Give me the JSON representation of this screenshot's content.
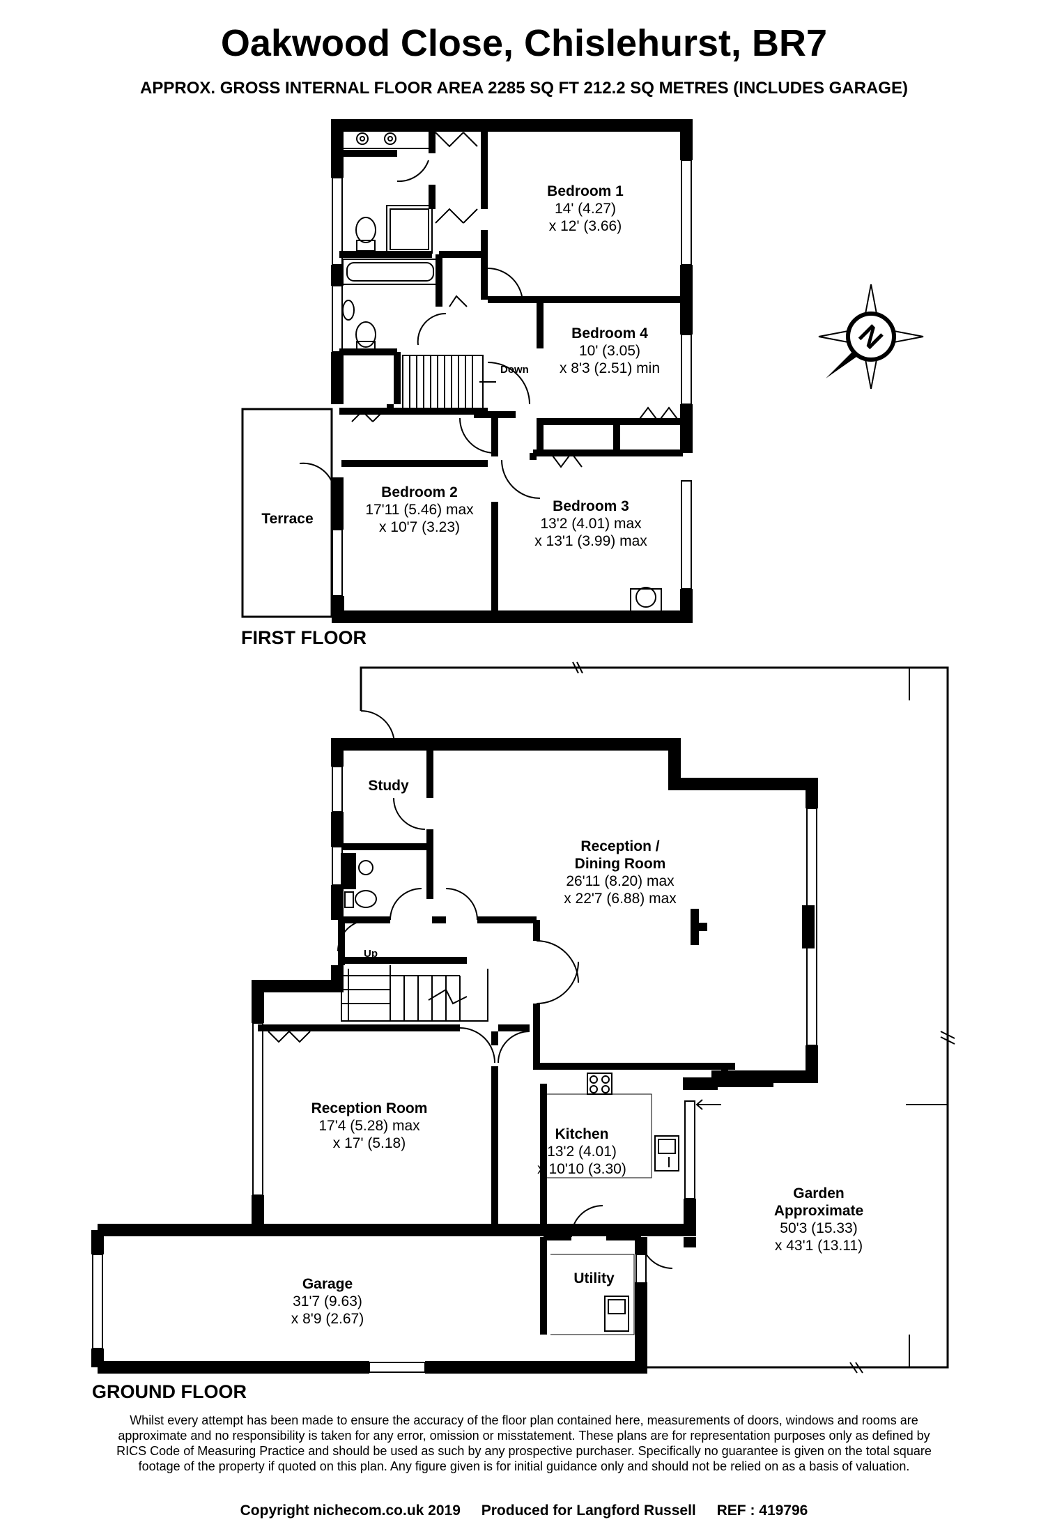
{
  "title": "Oakwood Close, Chislehurst, BR7",
  "subtitle": "APPROX. GROSS INTERNAL FLOOR AREA 2285 SQ FT 212.2 SQ METRES (INCLUDES GARAGE)",
  "first_floor": {
    "label": "FIRST FLOOR",
    "rooms": [
      {
        "name": "Bedroom 1",
        "line1": "14' (4.27)",
        "line2": "x 12' (3.66)"
      },
      {
        "name": "Bedroom 4",
        "line1": "10' (3.05)",
        "line2": "x 8'3 (2.51) min"
      },
      {
        "name": "Bedroom 2",
        "line1": "17'11 (5.46) max",
        "line2": "x 10'7 (3.23)"
      },
      {
        "name": "Bedroom 3",
        "line1": "13'2 (4.01) max",
        "line2": "x 13'1 (3.99) max"
      }
    ],
    "terrace": "Terrace",
    "stairs_label": "Down"
  },
  "ground_floor": {
    "label": "GROUND FLOOR",
    "study": "Study",
    "stairs_label": "Up",
    "rooms": [
      {
        "name": "Reception /",
        "name2": "Dining Room",
        "line1": "26'11 (8.20) max",
        "line2": "x 22'7 (6.88) max"
      },
      {
        "name": "Reception Room",
        "line1": "17'4 (5.28) max",
        "line2": "x 17' (5.18)"
      },
      {
        "name": "Kitchen",
        "line1": "13'2 (4.01)",
        "line2": "x 10'10 (3.30)"
      },
      {
        "name": "Garage",
        "line1": "31'7 (9.63)",
        "line2": "x 8'9 (2.67)"
      },
      {
        "name": "Garden",
        "name2": "Approximate",
        "line1": "50'3 (15.33)",
        "line2": "x 43'1 (13.11)"
      }
    ],
    "utility": "Utility"
  },
  "compass": {
    "letter": "N"
  },
  "disclaimer": "Whilst every attempt has been made to ensure the accuracy of the floor plan contained here, measurements of doors, windows and rooms are approximate and no responsibility is taken for any error, omission or misstatement. These plans are for representation purposes only as defined by RICS Code of Measuring Practice and should be used as such by any prospective purchaser. Specifically no guarantee is given on the total square footage of the property if quoted on this plan. Any figure given is for initial guidance only and should not be relied on as a basis of valuation.",
  "footer": {
    "copyright": "Copyright nichecom.co.uk 2019",
    "produced": "Produced for Langford Russell",
    "ref": "REF : 419796"
  }
}
